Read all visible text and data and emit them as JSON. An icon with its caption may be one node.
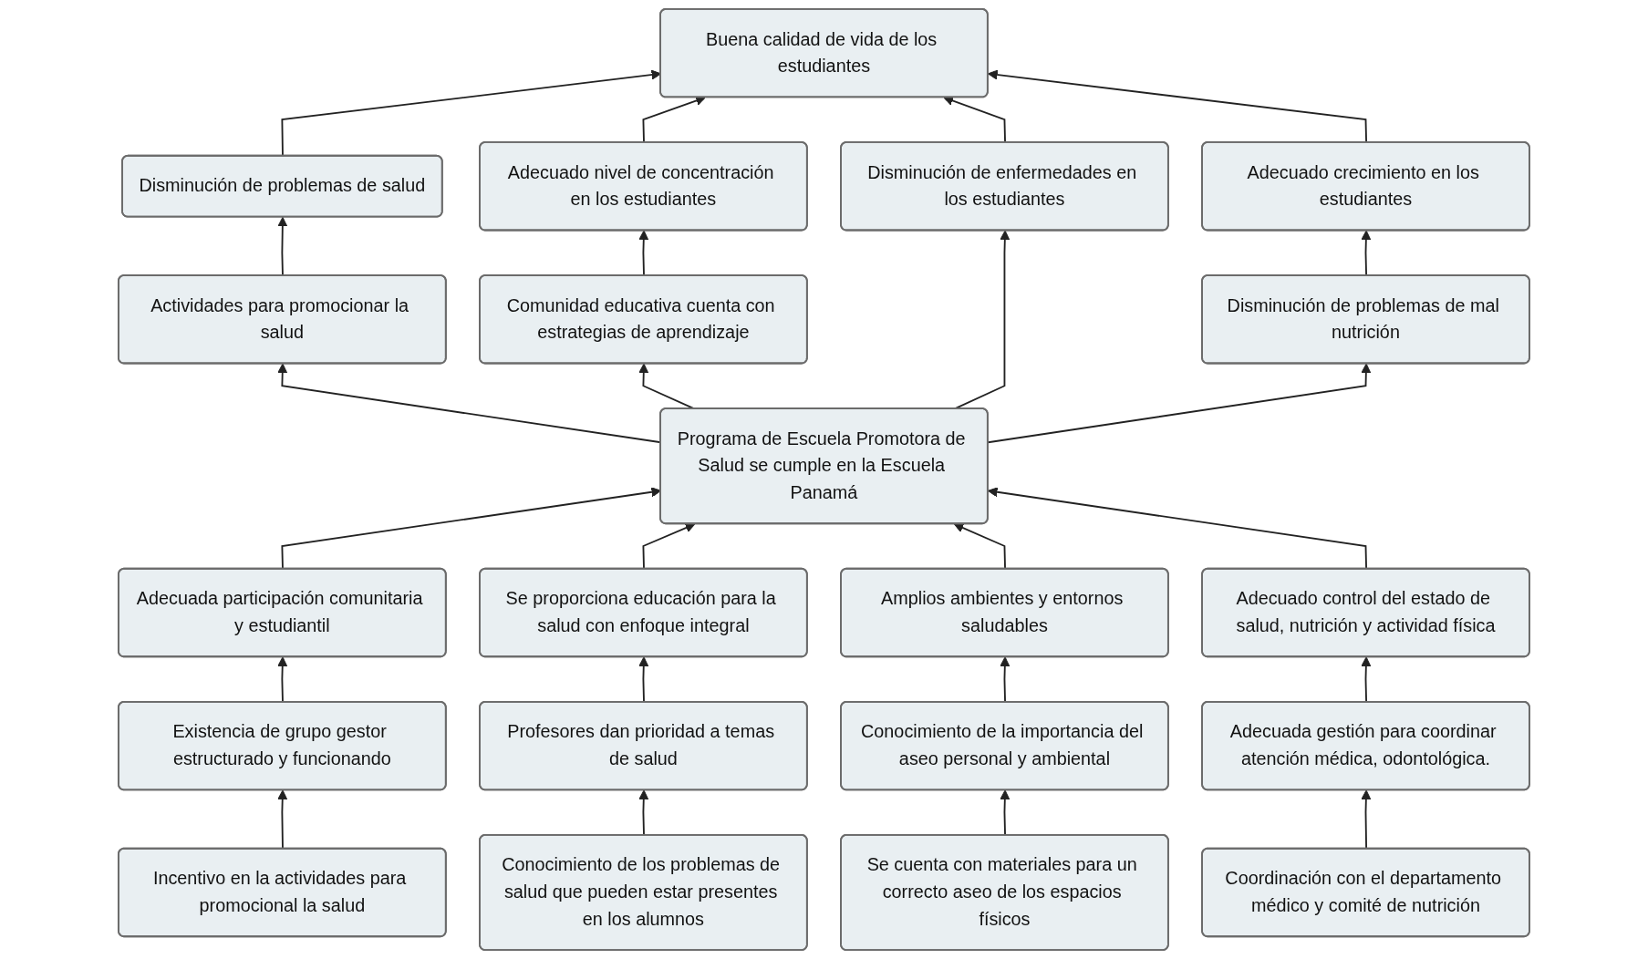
{
  "diagram": {
    "nodes": [
      {
        "text": [
          "Buena calidad de vida de los estudiantes"
        ]
      },
      {
        "text": [
          "Disminución de problemas de salud"
        ]
      },
      {
        "text": [
          "Adecuado nivel de concentración en los estudiantes"
        ]
      },
      {
        "text": [
          "Disminución de enfermedades en los estudiantes"
        ]
      },
      {
        "text": [
          "Adecuado crecimiento en los estudiantes"
        ]
      },
      {
        "text": [
          "Actividades para promocionar la salud"
        ]
      },
      {
        "text": [
          "Comunidad educativa cuenta con estrategias de aprendizaje"
        ]
      },
      {
        "text": [
          "Disminución de problemas de mal nutrición"
        ]
      },
      {
        "text": [
          "Programa de Escuela Promotora de Salud se cumple en la Escuela Panamá"
        ]
      },
      {
        "text": [
          "Adecuada participación comunitaria y estudiantil"
        ]
      },
      {
        "text": [
          "Se proporciona educación para la salud con enfoque integral"
        ]
      },
      {
        "text": [
          "Amplios ambientes y entornos saludables"
        ]
      },
      {
        "text": [
          "Adecuado control del estado de salud, nutrición y actividad física"
        ]
      },
      {
        "text": [
          "Existencia de grupo gestor estructurado y funcionando"
        ]
      },
      {
        "text": [
          "Profesores dan prioridad a temas de salud"
        ]
      },
      {
        "text": [
          "Conocimiento de la importancia del aseo personal y ambiental"
        ]
      },
      {
        "text": [
          "Adecuada gestión para coordinar atención médica, odontológica."
        ]
      },
      {
        "text": [
          "Incentivo en la actividades para promocional la salud"
        ]
      },
      {
        "text": [
          "Conocimiento de los problemas de salud que pueden estar presentes en los alumnos"
        ]
      },
      {
        "text": [
          "Se cuenta con materiales para un correcto aseo de los espacios físicos"
        ]
      },
      {
        "text": [
          "Coordinación con el departamento médico y comité de nutrición"
        ]
      }
    ],
    "edges": [
      {
        "from": 1,
        "to": 0,
        "arrow": "to"
      },
      {
        "from": 2,
        "to": 0,
        "arrow": "to"
      },
      {
        "from": 3,
        "to": 0,
        "arrow": "to"
      },
      {
        "from": 4,
        "to": 0,
        "arrow": "to"
      },
      {
        "from": 5,
        "to": 1,
        "arrow": "to"
      },
      {
        "from": 6,
        "to": 2,
        "arrow": "to"
      },
      {
        "from": 8,
        "to": 3,
        "arrow": "to"
      },
      {
        "from": 7,
        "to": 4,
        "arrow": "to"
      },
      {
        "from": 8,
        "to": 5,
        "arrow": "to"
      },
      {
        "from": 8,
        "to": 6,
        "arrow": "to"
      },
      {
        "from": 8,
        "to": 7,
        "arrow": "to"
      },
      {
        "from": 9,
        "to": 8,
        "arrow": "to"
      },
      {
        "from": 10,
        "to": 8,
        "arrow": "to"
      },
      {
        "from": 11,
        "to": 8,
        "arrow": "to"
      },
      {
        "from": 12,
        "to": 8,
        "arrow": "to"
      },
      {
        "from": 13,
        "to": 9,
        "arrow": "to"
      },
      {
        "from": 14,
        "to": 10,
        "arrow": "to"
      },
      {
        "from": 15,
        "to": 11,
        "arrow": "to"
      },
      {
        "from": 16,
        "to": 12,
        "arrow": "to"
      },
      {
        "from": 17,
        "to": 13,
        "arrow": "to"
      },
      {
        "from": 18,
        "to": 14,
        "arrow": "to"
      },
      {
        "from": 19,
        "to": 15,
        "arrow": "to"
      },
      {
        "from": 20,
        "to": 16,
        "arrow": "to"
      }
    ]
  }
}
